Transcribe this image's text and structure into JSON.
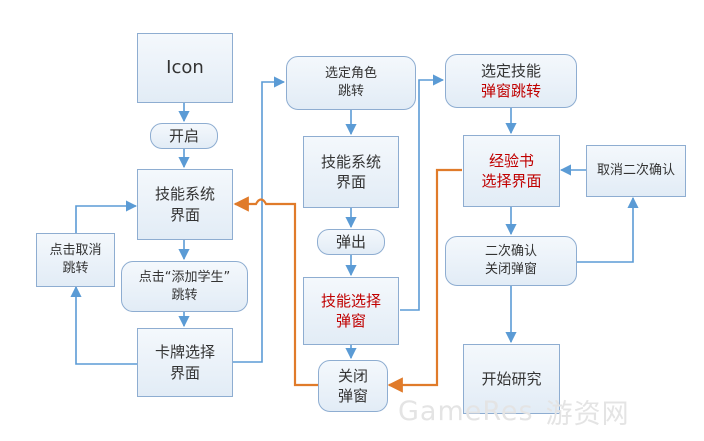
{
  "nodes": {
    "icon": "Icon",
    "open": "开启",
    "skill_system_1": "技能系统\n界面",
    "click_cancel_jump": "点击取消\n跳转",
    "click_add_student_jump": "点击“添加学生”\n跳转",
    "card_select_ui": "卡牌选择\n界面",
    "select_role_jump": "选定角色\n跳转",
    "skill_system_2": "技能系统\n界面",
    "popup": "弹出",
    "skill_select_popup": "技能选择\n弹窗",
    "close_popup": "关闭\n弹窗",
    "select_skill_popup_jump_top": "选定技能",
    "select_skill_popup_jump_bottom": "弹窗跳转",
    "exp_book_select_ui": "经验书\n选择界面",
    "cancel_second_confirm": "取消二次确认",
    "second_confirm_close_popup": "二次确认\n关闭弹窗",
    "start_research": "开始研究"
  },
  "watermark": {
    "latin": "GameRes",
    "cn": "游资网"
  },
  "colors": {
    "node_border": "#8eadd1",
    "node_fill": "#e8f0f8",
    "arrow_blue": "#5b9bd5",
    "arrow_orange": "#e07b2a",
    "highlight_text": "#c00000"
  }
}
